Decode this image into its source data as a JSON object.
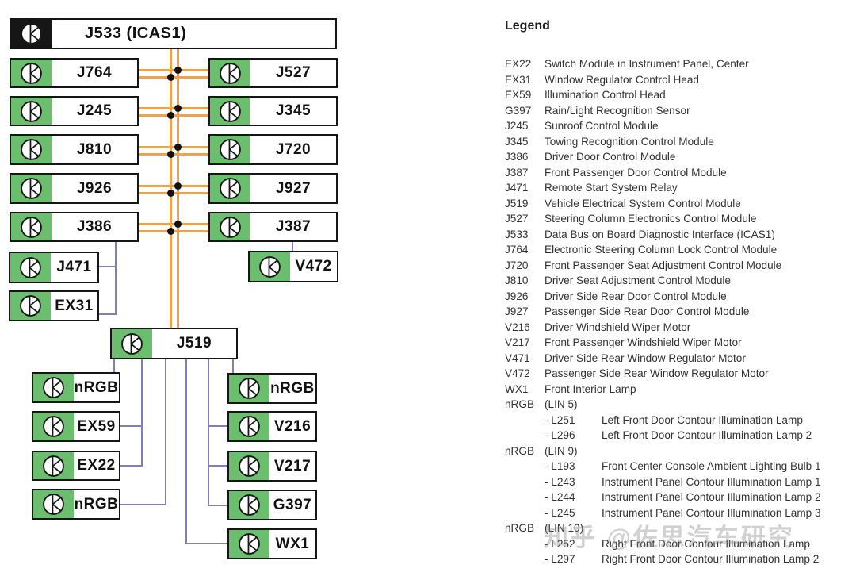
{
  "colors": {
    "module_green": "#6CBE6F",
    "icon_box_black": "#161616",
    "can_bus_orange": "#F0A14C",
    "lin_bus_purple": "#8080B4",
    "box_border": "#161616",
    "legend_text": "#333333"
  },
  "modules": {
    "j533": "J533 (ICAS1)",
    "j764": "J764",
    "j527": "J527",
    "j245": "J245",
    "j345": "J345",
    "j810": "J810",
    "j720": "J720",
    "j926": "J926",
    "j927": "J927",
    "j386": "J386",
    "j387": "J387",
    "j471": "J471",
    "v472": "V472",
    "ex31": "EX31",
    "j519": "J519",
    "nrgb_l1": "nRGB",
    "ex59": "EX59",
    "ex22": "EX22",
    "nrgb_l2": "nRGB",
    "nrgb_r1": "nRGB",
    "v216": "V216",
    "v217": "V217",
    "g397": "G397",
    "wx1": "WX1"
  },
  "topology": {
    "can_bus_hub_top": "J533 (ICAS1)",
    "can_bus_hub_bottom": "J519",
    "can_bus_members_left": [
      "J764",
      "J245",
      "J810",
      "J926",
      "J386"
    ],
    "can_bus_members_right": [
      "J527",
      "J345",
      "J720",
      "J927",
      "J387"
    ],
    "lin_branches": [
      {
        "parent": "J386",
        "children": [
          "J471",
          "EX31"
        ]
      },
      {
        "parent": "J387",
        "children": [
          "V472"
        ]
      },
      {
        "parent": "J519",
        "children": [
          "nRGB",
          "EX59",
          "EX22",
          "nRGB",
          "nRGB",
          "V216",
          "V217",
          "G397",
          "WX1"
        ]
      }
    ]
  },
  "legend": {
    "title": "Legend",
    "entries": [
      {
        "code": "EX22",
        "sub": "",
        "desc": "Switch Module in Instrument Panel, Center"
      },
      {
        "code": "EX31",
        "sub": "",
        "desc": "Window Regulator Control Head"
      },
      {
        "code": "EX59",
        "sub": "",
        "desc": "Illumination Control Head"
      },
      {
        "code": "G397",
        "sub": "",
        "desc": "Rain/Light Recognition Sensor"
      },
      {
        "code": "J245",
        "sub": "",
        "desc": "Sunroof Control Module"
      },
      {
        "code": "J345",
        "sub": "",
        "desc": "Towing Recognition Control Module"
      },
      {
        "code": "J386",
        "sub": "",
        "desc": "Driver Door Control Module"
      },
      {
        "code": "J387",
        "sub": "",
        "desc": "Front Passenger Door Control Module"
      },
      {
        "code": "J471",
        "sub": "",
        "desc": "Remote Start System Relay"
      },
      {
        "code": "J519",
        "sub": "",
        "desc": "Vehicle Electrical System Control Module"
      },
      {
        "code": "J527",
        "sub": "",
        "desc": "Steering Column Electronics Control Module"
      },
      {
        "code": "J533",
        "sub": "",
        "desc": "Data Bus on Board Diagnostic Interface (ICAS1)"
      },
      {
        "code": "J764",
        "sub": "",
        "desc": "Electronic Steering Column Lock Control Module"
      },
      {
        "code": "J720",
        "sub": "",
        "desc": "Front Passenger Seat Adjustment Control Module"
      },
      {
        "code": "J810",
        "sub": "",
        "desc": "Driver Seat Adjustment Control Module"
      },
      {
        "code": "J926",
        "sub": "",
        "desc": "Driver Side Rear Door Control Module"
      },
      {
        "code": "J927",
        "sub": "",
        "desc": "Passenger Side Rear Door Control Module"
      },
      {
        "code": "V216",
        "sub": "",
        "desc": "Driver Windshield Wiper Motor"
      },
      {
        "code": "V217",
        "sub": "",
        "desc": "Front Passenger Windshield Wiper Motor"
      },
      {
        "code": "V471",
        "sub": "",
        "desc": "Driver Side Rear Window Regulator Motor"
      },
      {
        "code": "V472",
        "sub": "",
        "desc": "Passenger Side Rear Window Regulator Motor"
      },
      {
        "code": "WX1",
        "sub": "",
        "desc": "Front Interior Lamp"
      },
      {
        "code": "nRGB",
        "sub": "",
        "desc": "(LIN 5)"
      },
      {
        "code": "",
        "sub": "- L251",
        "desc": "Left Front Door Contour Illumination Lamp"
      },
      {
        "code": "",
        "sub": "- L296",
        "desc": "Left Front Door Contour Illumination Lamp 2"
      },
      {
        "code": "nRGB",
        "sub": "",
        "desc": "(LIN 9)"
      },
      {
        "code": "",
        "sub": "- L193",
        "desc": "Front Center Console Ambient Lighting Bulb 1"
      },
      {
        "code": "",
        "sub": "- L243",
        "desc": "Instrument Panel Contour Illumination Lamp 1"
      },
      {
        "code": "",
        "sub": "- L244",
        "desc": "Instrument Panel Contour Illumination Lamp 2"
      },
      {
        "code": "",
        "sub": "- L245",
        "desc": "Instrument Panel Contour Illumination Lamp 3"
      },
      {
        "code": "nRGB",
        "sub": "",
        "desc": "(LIN 10)"
      },
      {
        "code": "",
        "sub": "- L252",
        "desc": "Right Front Door Contour Illumination Lamp"
      },
      {
        "code": "",
        "sub": "- L297",
        "desc": "Right Front Door Contour Illumination Lamp 2"
      }
    ]
  },
  "watermark": "知乎 @佐思汽车研究"
}
